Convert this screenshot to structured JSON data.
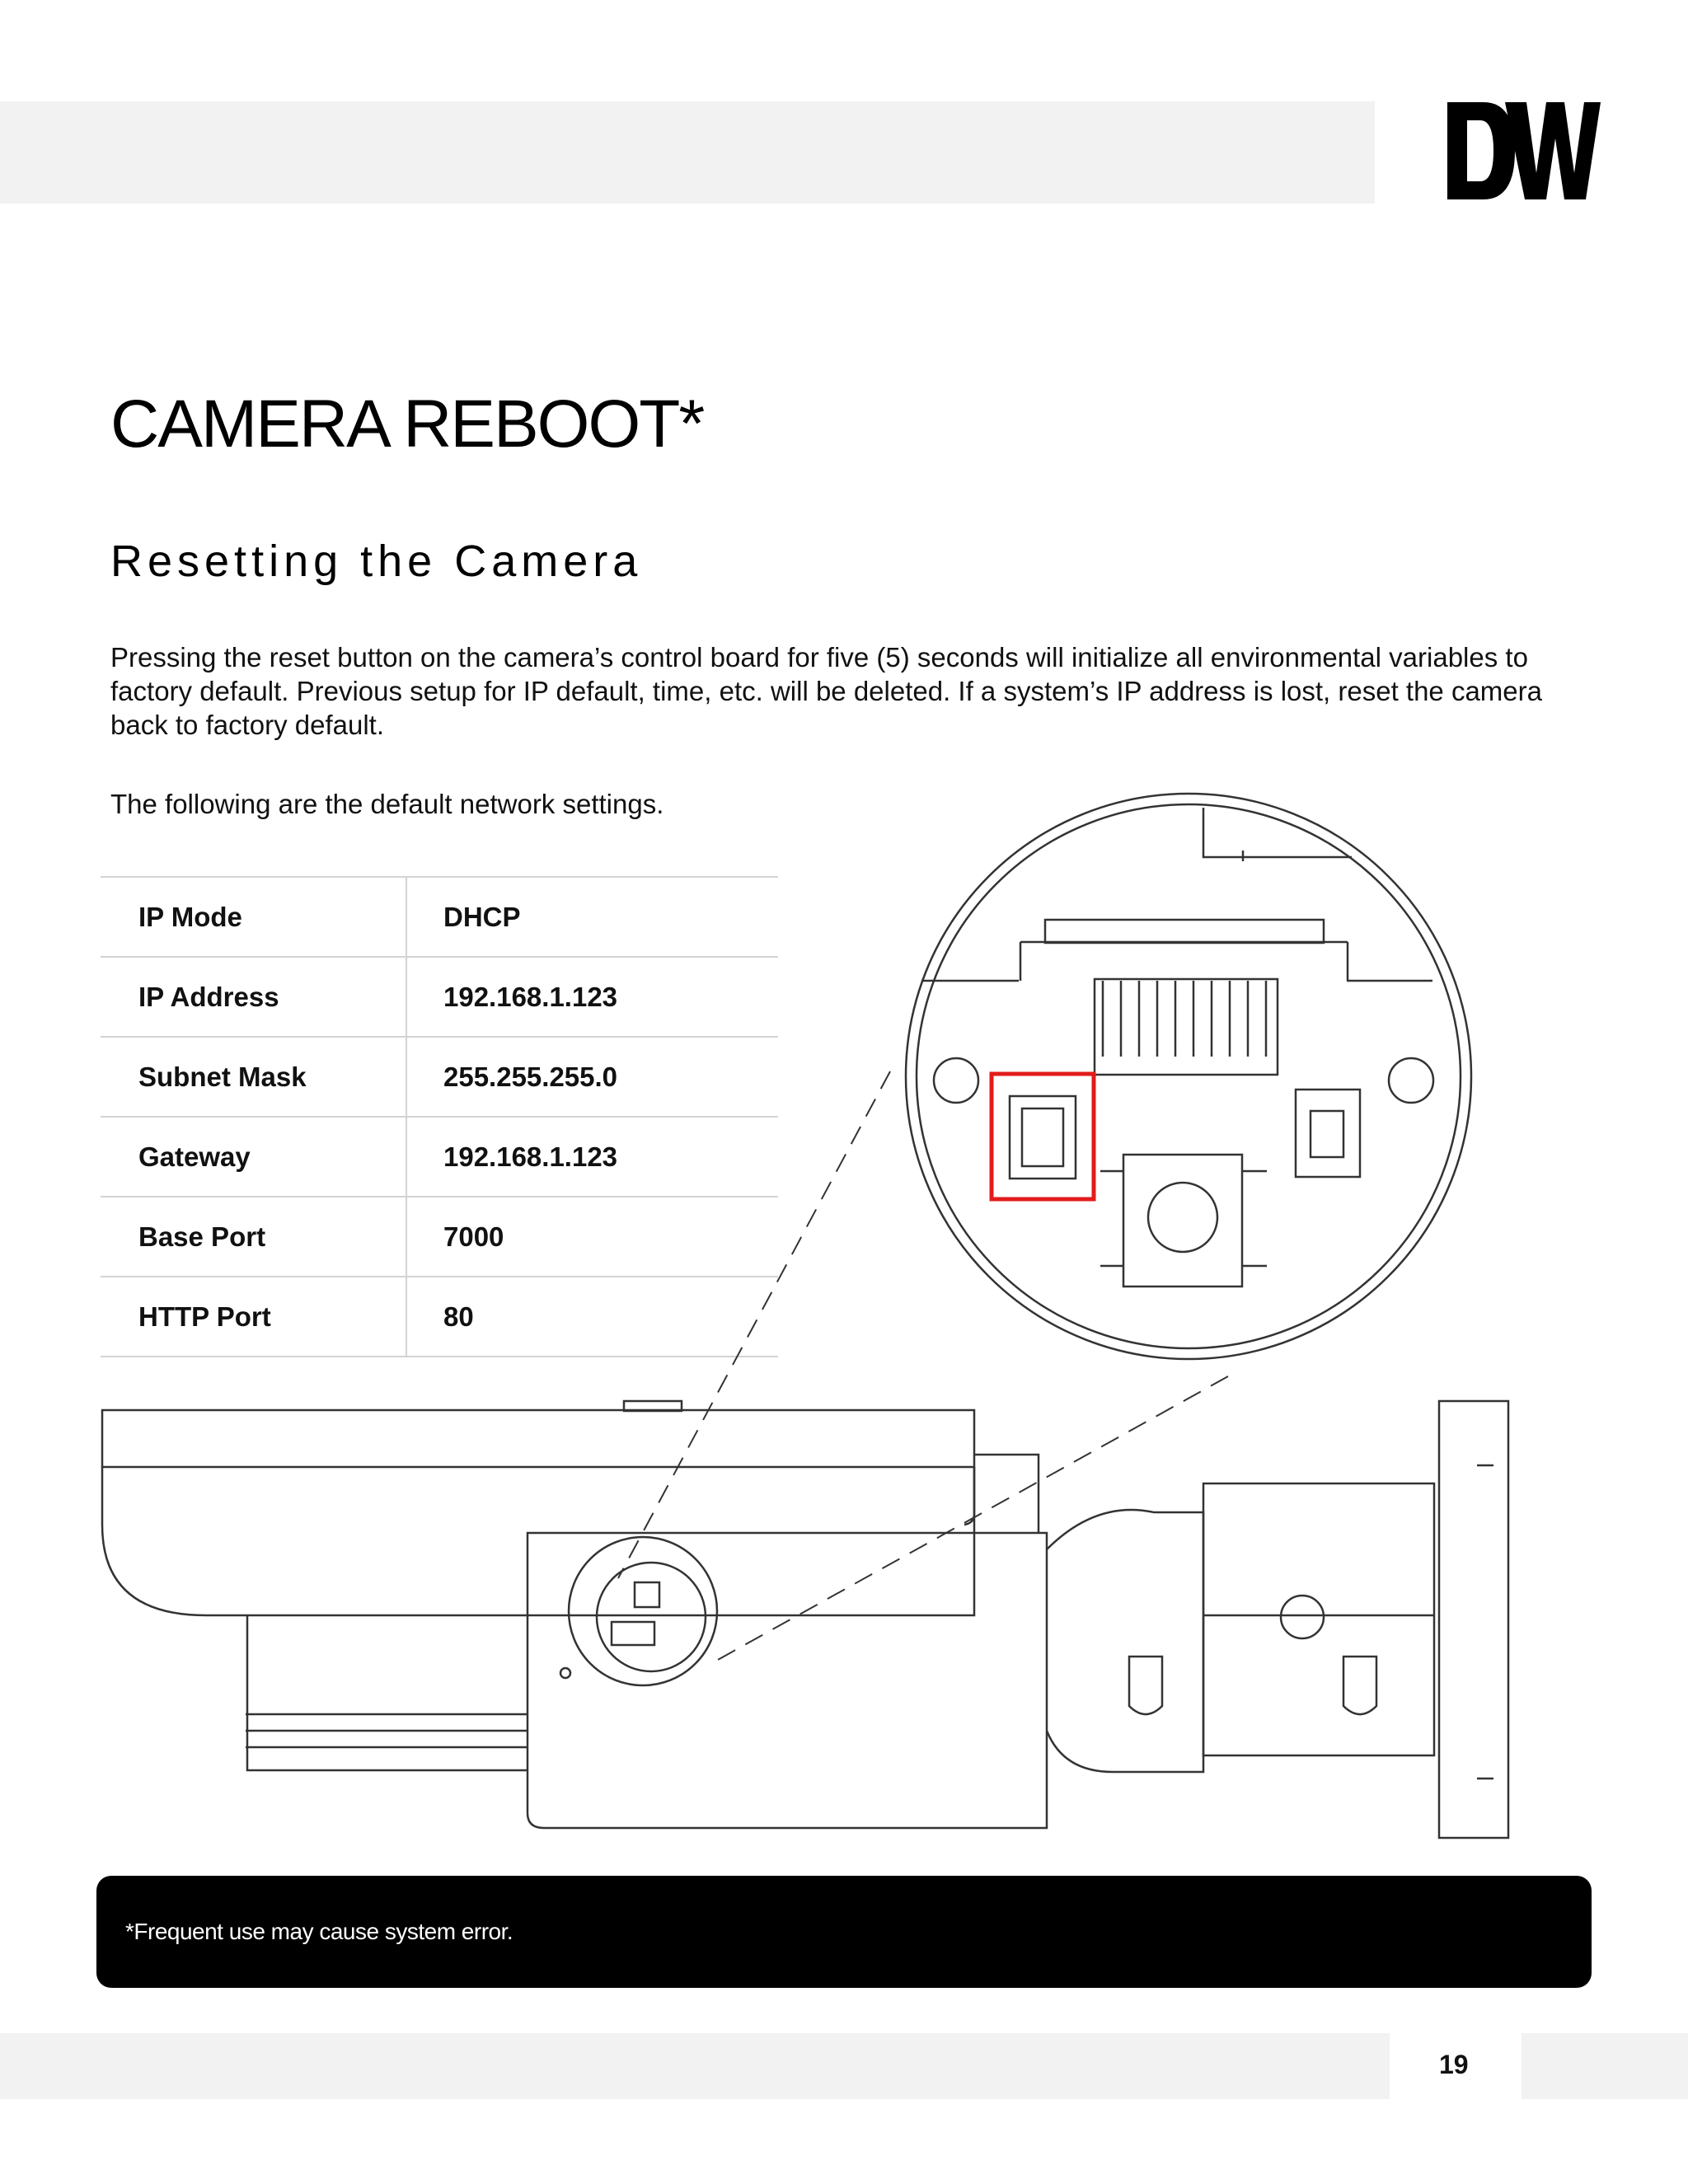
{
  "brand": {
    "logo_text": "DW"
  },
  "page": {
    "title": "CAMERA REBOOT*",
    "section_title": "Resetting the Camera",
    "body_paragraph": "Pressing the reset button on the camera’s control board for five (5) seconds will initialize all environmental variables to factory default. Previous setup for IP default, time, etc. will be deleted. If a system’s IP address is lost, reset the camera back to factory default.",
    "intro_line": "The following are the default network settings."
  },
  "settings": [
    {
      "label": "IP Mode",
      "value": "DHCP"
    },
    {
      "label": "IP Address",
      "value": "192.168.1.123"
    },
    {
      "label": "Subnet Mask",
      "value": "255.255.255.0"
    },
    {
      "label": "Gateway",
      "value": "192.168.1.123"
    },
    {
      "label": "Base Port",
      "value": "7000"
    },
    {
      "label": "HTTP Port",
      "value": "80"
    }
  ],
  "diagram": {
    "highlight_color": "#e31b1b",
    "line_color": "#333333"
  },
  "note": {
    "text": "*Frequent use may cause system error."
  },
  "footer": {
    "page_number": "19"
  }
}
